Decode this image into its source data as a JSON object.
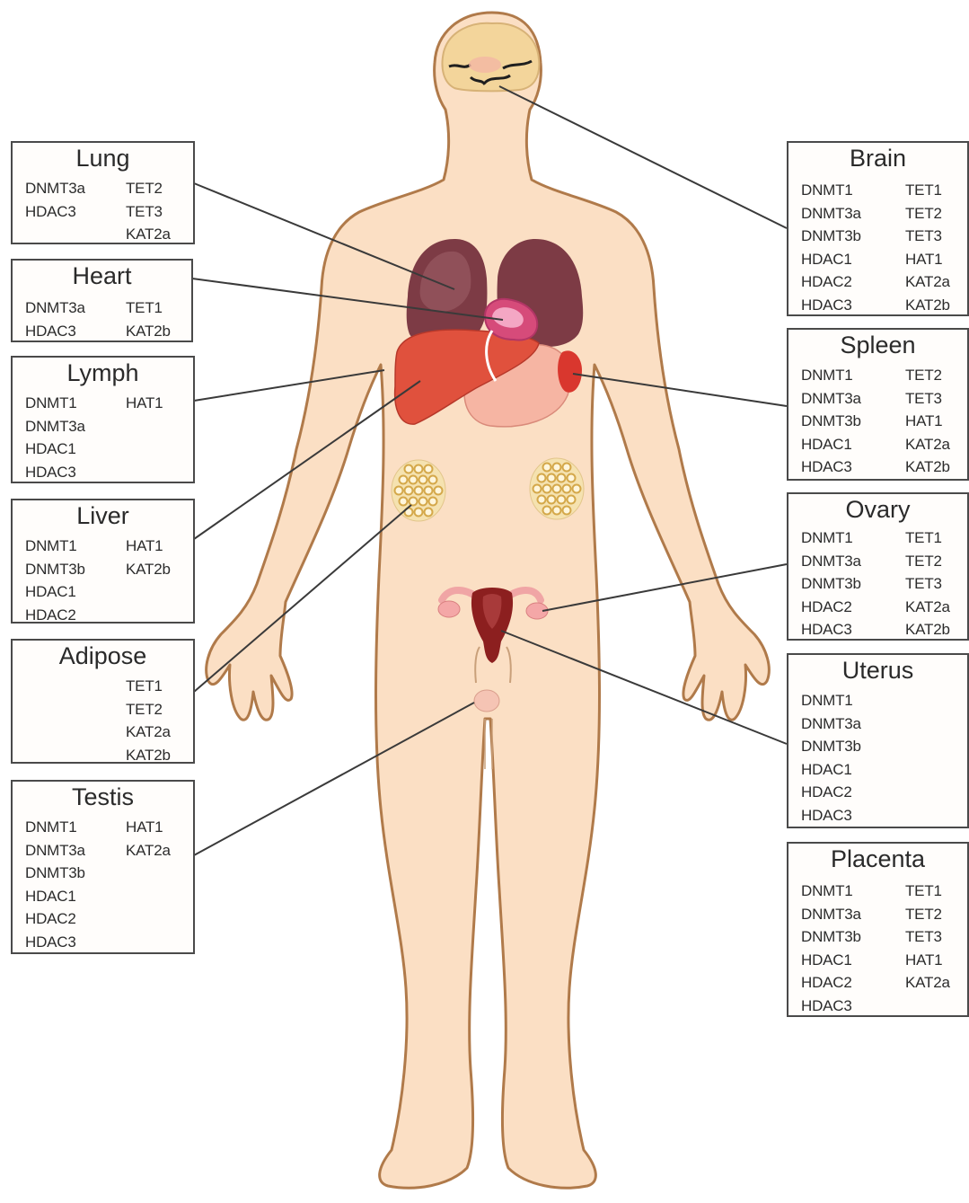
{
  "colors": {
    "skin": "#fbdfc4",
    "skin_outline": "#b07a4a",
    "brain": "#f3d59b",
    "lung": "#7d3b45",
    "heart": "#d64b7a",
    "liver": "#e0513d",
    "stomach": "#f6b5a3",
    "spleen": "#d9372e",
    "adipose": "#e3b85a",
    "uterus": "#8c1f1f",
    "ovary": "#f4a7a7",
    "leader_line": "#3a3a3a"
  },
  "organs": {
    "lung": {
      "title": "Lung",
      "left": [
        "DNMT3a",
        "HDAC3"
      ],
      "right": [
        "TET2",
        "TET3",
        "KAT2a"
      ]
    },
    "heart": {
      "title": "Heart",
      "left": [
        "DNMT3a",
        "HDAC3"
      ],
      "right": [
        "TET1",
        "KAT2b"
      ]
    },
    "lymph": {
      "title": "Lymph",
      "left": [
        "DNMT1",
        "DNMT3a",
        "HDAC1",
        "HDAC3"
      ],
      "right": [
        "HAT1"
      ]
    },
    "liver": {
      "title": "Liver",
      "left": [
        "DNMT1",
        "DNMT3b",
        "HDAC1",
        "HDAC2"
      ],
      "right": [
        "HAT1",
        "KAT2b"
      ]
    },
    "adipose": {
      "title": "Adipose",
      "left": [],
      "right": [
        "TET1",
        "TET2",
        "KAT2a",
        "KAT2b"
      ]
    },
    "testis": {
      "title": "Testis",
      "left": [
        "DNMT1",
        "DNMT3a",
        "DNMT3b",
        "HDAC1",
        "HDAC2",
        "HDAC3"
      ],
      "right": [
        "HAT1",
        "KAT2a"
      ]
    },
    "brain": {
      "title": "Brain",
      "left": [
        "DNMT1",
        "DNMT3a",
        "DNMT3b",
        "HDAC1",
        "HDAC2",
        "HDAC3"
      ],
      "right": [
        "TET1",
        "TET2",
        "TET3",
        "HAT1",
        "KAT2a",
        "KAT2b"
      ]
    },
    "spleen": {
      "title": "Spleen",
      "left": [
        "DNMT1",
        "DNMT3a",
        "DNMT3b",
        "HDAC1",
        "HDAC3"
      ],
      "right": [
        "TET2",
        "TET3",
        "HAT1",
        "KAT2a",
        "KAT2b"
      ]
    },
    "ovary": {
      "title": "Ovary",
      "left": [
        "DNMT1",
        "DNMT3a",
        "DNMT3b",
        "HDAC2",
        "HDAC3"
      ],
      "right": [
        "TET1",
        "TET2",
        "TET3",
        "KAT2a",
        "KAT2b"
      ]
    },
    "uterus": {
      "title": "Uterus",
      "left": [
        "DNMT1",
        "DNMT3a",
        "DNMT3b",
        "HDAC1",
        "HDAC2",
        "HDAC3"
      ],
      "right": []
    },
    "placenta": {
      "title": "Placenta",
      "left": [
        "DNMT1",
        "DNMT3a",
        "DNMT3b",
        "HDAC1",
        "HDAC2",
        "HDAC3"
      ],
      "right": [
        "TET1",
        "TET2",
        "TET3",
        "HAT1",
        "KAT2a"
      ]
    }
  }
}
